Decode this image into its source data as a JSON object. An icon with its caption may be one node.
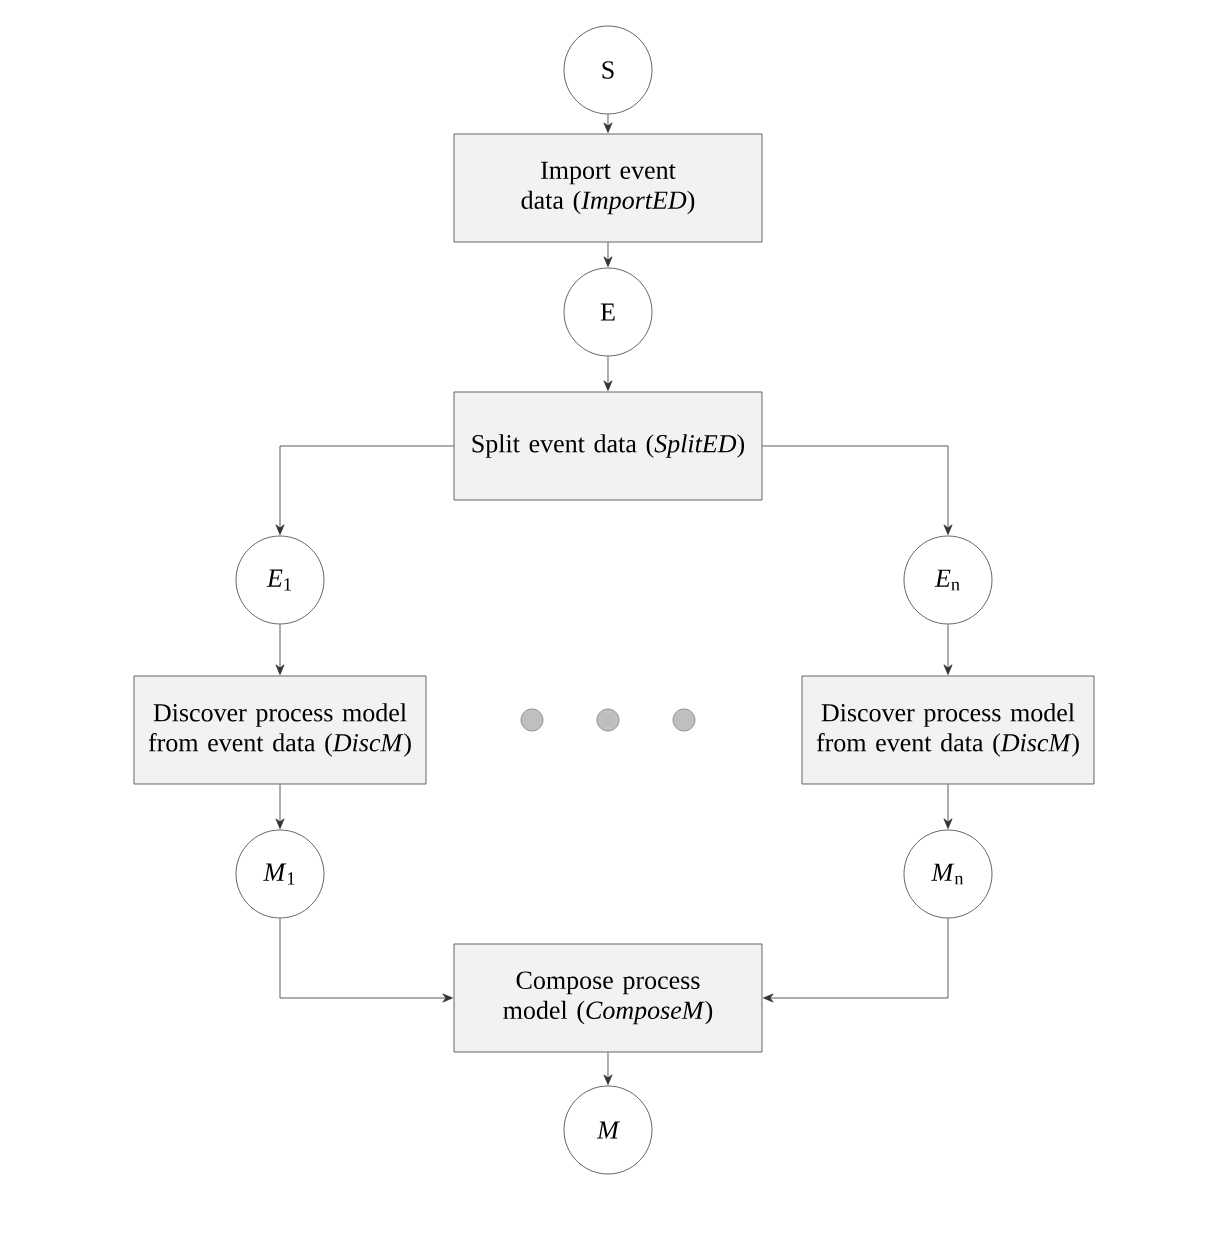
{
  "diagram": {
    "nodes": [
      {
        "text": [
          "S"
        ]
      },
      {
        "text": [
          "Import event data (*ImportED*)"
        ]
      },
      {
        "text": [
          "E"
        ]
      },
      {
        "text": [
          "Split event data (*SplitED*)"
        ]
      },
      {
        "text": [
          "*E*$_{1}$"
        ]
      },
      {
        "text": [
          "*E*$_{n}$"
        ]
      },
      {
        "text": [
          "Discover process model from event data (*DiscM*)"
        ]
      },
      {
        "text": [
          "Discover process model from event data (*DiscM*)"
        ]
      },
      {
        "text": [
          "*M*$_{1}$"
        ]
      },
      {
        "text": [
          "*M*$_{n}$"
        ]
      },
      {
        "text": [
          "Compose process model (*ComposeM*)"
        ]
      },
      {
        "text": [
          "M"
        ]
      }
    ],
    "edges": [
      {
        "from": 0,
        "to": 1,
        "arrow": "to"
      },
      {
        "from": 1,
        "to": 2,
        "arrow": "to"
      },
      {
        "from": 2,
        "to": 3,
        "arrow": "to"
      },
      {
        "from": 3,
        "to": 4,
        "arrow": "to"
      },
      {
        "from": 3,
        "to": 5,
        "arrow": "to"
      },
      {
        "from": 4,
        "to": 6,
        "arrow": "to"
      },
      {
        "from": 5,
        "to": 7,
        "arrow": "to"
      },
      {
        "from": 6,
        "to": 8,
        "arrow": "to"
      },
      {
        "from": 7,
        "to": 9,
        "arrow": "to"
      },
      {
        "from": 8,
        "to": 10,
        "arrow": "to"
      },
      {
        "from": 9,
        "to": 10,
        "arrow": "to"
      },
      {
        "from": 10,
        "to": 11,
        "arrow": "to"
      }
    ]
  }
}
